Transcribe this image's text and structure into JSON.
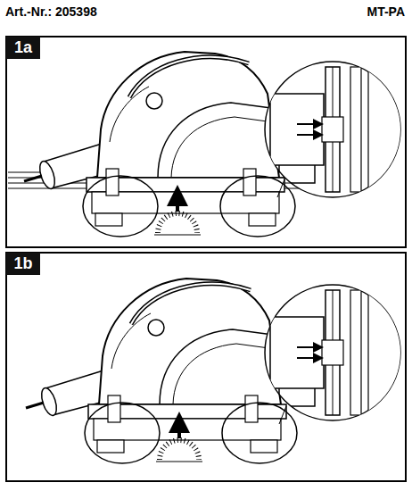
{
  "diagram": {
    "nodes": [
      {
        "text": [
          "1a"
        ]
      },
      {
        "text": [
          "1b"
        ]
      }
    ],
    "labels": [
      "Art.-Nr.: 205398",
      "MT-PA"
    ]
  }
}
